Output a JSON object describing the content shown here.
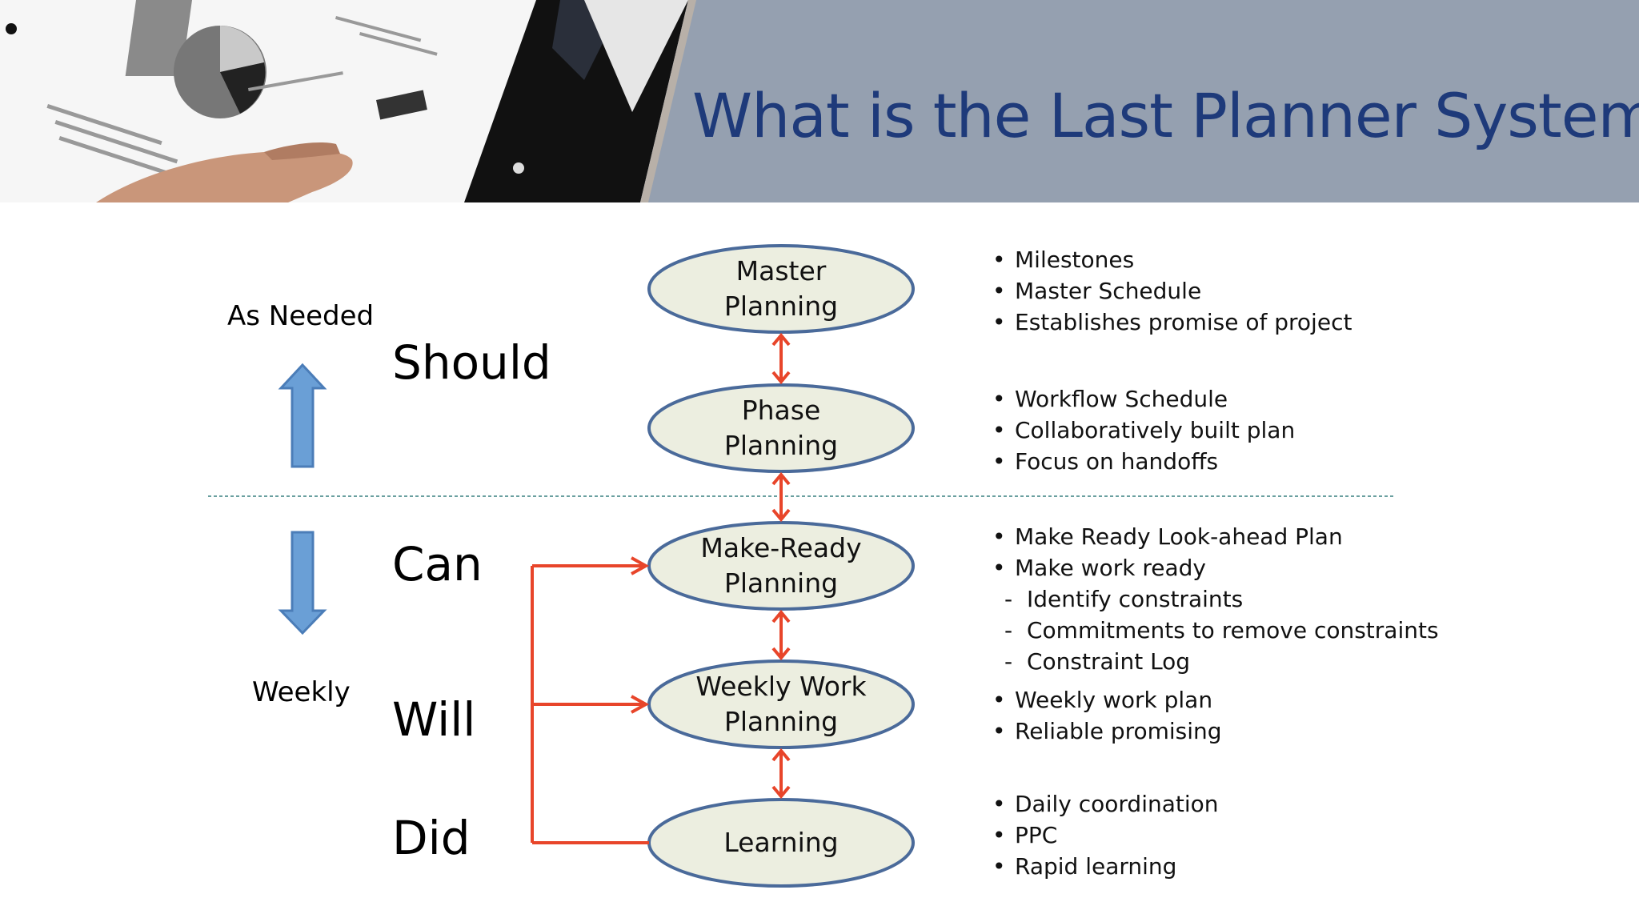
{
  "header": {
    "title": "What is the Last Planner System?"
  },
  "left_labels": {
    "as_needed": "As Needed",
    "weekly": "Weekly"
  },
  "level_words": {
    "should": "Should",
    "can": "Can",
    "will": "Will",
    "did": "Did"
  },
  "ovals": [
    {
      "line1": "Master",
      "line2": "Planning"
    },
    {
      "line1": "Phase",
      "line2": "Planning"
    },
    {
      "line1": "Make-Ready",
      "line2": "Planning"
    },
    {
      "line1": "Weekly Work",
      "line2": "Planning"
    },
    {
      "line1": "Learning",
      "line2": ""
    }
  ],
  "bullet_groups": [
    {
      "items": [
        {
          "marker": "•",
          "text": "Milestones"
        },
        {
          "marker": "•",
          "text": "Master Schedule"
        },
        {
          "marker": "•",
          "text": "Establishes promise of project"
        }
      ]
    },
    {
      "items": [
        {
          "marker": "•",
          "text": "Workflow Schedule"
        },
        {
          "marker": "•",
          "text": "Collaboratively built plan"
        },
        {
          "marker": "•",
          "text": "Focus on handoffs"
        }
      ]
    },
    {
      "items": [
        {
          "marker": "•",
          "text": "Make Ready Look-ahead Plan"
        },
        {
          "marker": "•",
          "text": "Make work ready"
        },
        {
          "marker": "-",
          "text": "Identify constraints"
        },
        {
          "marker": "-",
          "text": "Commitments to remove constraints"
        },
        {
          "marker": "-",
          "text": "Constraint Log"
        }
      ]
    },
    {
      "items": [
        {
          "marker": "•",
          "text": "Weekly work plan"
        },
        {
          "marker": "•",
          "text": "Reliable promising"
        }
      ]
    },
    {
      "items": [
        {
          "marker": "•",
          "text": "Daily coordination"
        },
        {
          "marker": "•",
          "text": "PPC"
        },
        {
          "marker": "•",
          "text": "Rapid learning"
        }
      ]
    }
  ],
  "colors": {
    "title": "#1e3a7a",
    "oval_fill": "#eceee0",
    "oval_stroke": "#4a6a9a",
    "arrow_red": "#e8452a",
    "arrow_blue": "#6a9fd6",
    "divider": "#6aa0a0"
  }
}
